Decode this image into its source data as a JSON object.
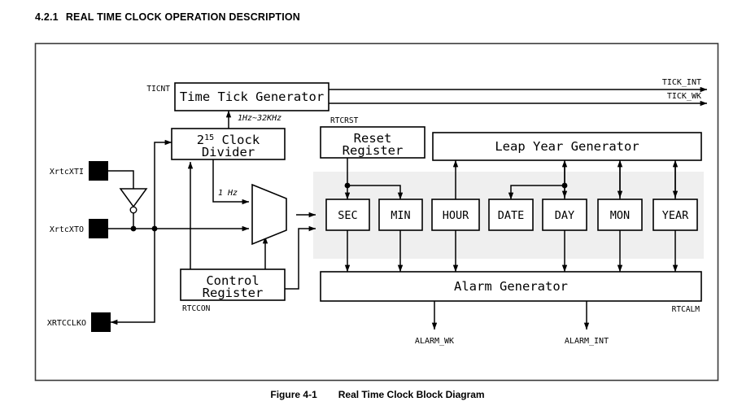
{
  "heading": {
    "number": "4.2.1",
    "text": "REAL TIME CLOCK OPERATION DESCRIPTION"
  },
  "caption": {
    "figure_number": "Figure 4-1",
    "title": "Real Time Clock Block Diagram"
  },
  "colors": {
    "line": "#000000",
    "frame": "#3a3a3a",
    "shaded_region": "#eeeeee",
    "pad": "#000000",
    "background": "#ffffff"
  },
  "blocks": {
    "time_tick_generator": {
      "label": "Time Tick Generator",
      "reg_label": "TICNT"
    },
    "clock_divider": {
      "label_prefix": "2",
      "label_sup": "15",
      "label_rest": " Clock",
      "label_line2": "Divider"
    },
    "reset_register": {
      "line1": "Reset",
      "line2": "Register",
      "reg_label": "RTCRST"
    },
    "control_register": {
      "line1": "Control",
      "line2": "Register",
      "reg_label": "RTCCON"
    },
    "leap_year_generator": {
      "label": "Leap Year Generator"
    },
    "alarm_generator": {
      "label": "Alarm Generator",
      "reg_label": "RTCALM"
    },
    "mux": {
      "label": ""
    }
  },
  "time_registers": [
    {
      "label": "SEC"
    },
    {
      "label": "MIN"
    },
    {
      "label": "HOUR"
    },
    {
      "label": "DATE"
    },
    {
      "label": "DAY"
    },
    {
      "label": "MON"
    },
    {
      "label": "YEAR"
    }
  ],
  "pins": [
    {
      "label": "XrtcXTI",
      "direction": "in"
    },
    {
      "label": "XrtcXTO",
      "direction": "in"
    },
    {
      "label": "XRTCCLKO",
      "direction": "out"
    }
  ],
  "signals": {
    "tick_int": "TICK_INT",
    "tick_wk": "TICK_WK",
    "alarm_wk": "ALARM_WK",
    "alarm_int": "ALARM_INT",
    "divider_out_range": "1Hz~32KHz",
    "one_hz": "1 Hz"
  }
}
